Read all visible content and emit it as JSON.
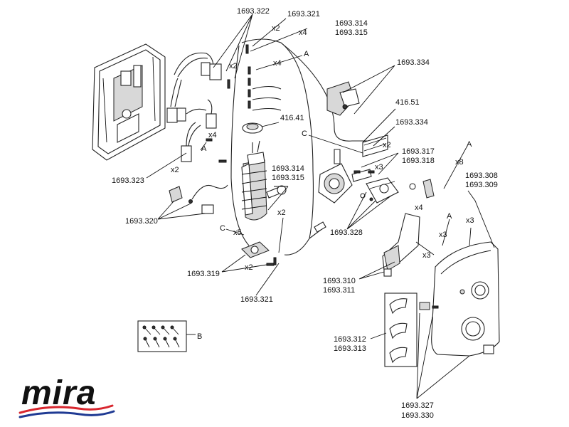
{
  "labels": {
    "p1693_322": "1693.322",
    "p1693_321_top": "1693.321",
    "x2_a": "x2",
    "p1693_314_top": "1693.314",
    "x4_a": "x4",
    "p1693_315_top": "1693.315",
    "A_1": "A",
    "x2_b": "x2",
    "x4_b": "x4",
    "p1693_334_a": "1693.334",
    "p416_41": "416.41",
    "p416_51": "416.51",
    "p1693_334_b": "1693.334",
    "C_1": "C",
    "x2_c": "x2",
    "p1693_317": "1693.317",
    "p1693_318": "1693.318",
    "x4_c": "x4",
    "A_2": "A",
    "p1693_323": "1693.323",
    "x2_d": "x2",
    "A_3": "A",
    "p1693_314_mid": "1693.314",
    "p1693_315_mid": "1693.315",
    "x3_a": "x3",
    "A_4": "A",
    "x8": "x8",
    "p1693_308": "1693.308",
    "p1693_309": "1693.309",
    "p1693_320": "1693.320",
    "x2_e": "x2",
    "x4_d": "x4",
    "C_2": "C",
    "x5": "x5",
    "p1693_328": "1693.328",
    "A_5": "A",
    "x3_b": "x3",
    "x3_c": "x3",
    "x3_d": "x3",
    "x2_f": "x2",
    "p1693_319": "1693.319",
    "p1693_321_bot": "1693.321",
    "p1693_310": "1693.310",
    "p1693_311": "1693.311",
    "B": "B",
    "p1693_312": "1693.312",
    "p1693_313": "1693.313",
    "p1693_327": "1693.327",
    "p1693_330": "1693.330"
  },
  "logo": {
    "text": "mira",
    "swoosh_colors": [
      "#d8262e",
      "#1f3a93"
    ]
  }
}
